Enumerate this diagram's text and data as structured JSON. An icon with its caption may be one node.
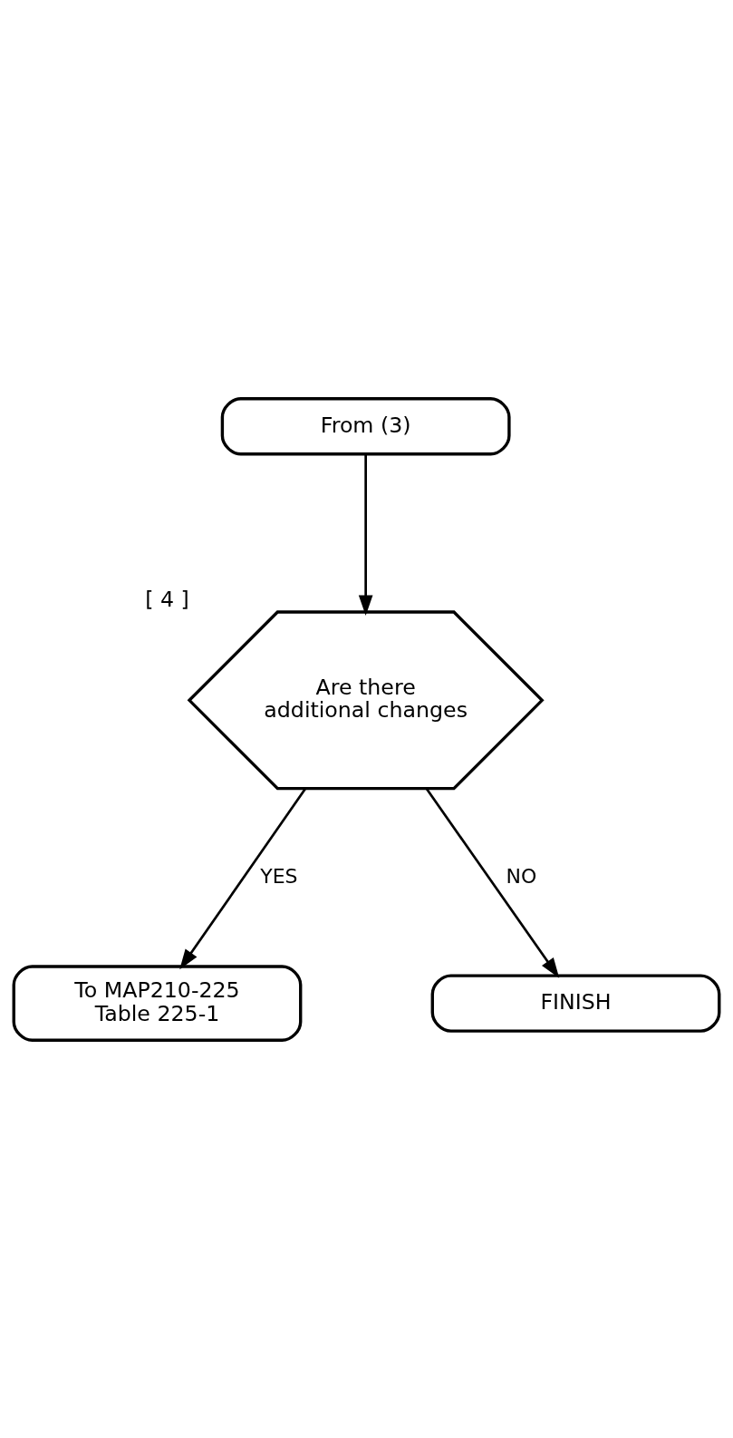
{
  "diagram": {
    "nodes": [
      {
        "text": [
          "From (3)"
        ]
      },
      {
        "text": [
          "Are there additional changes"
        ],
        "beside": [
          "[ 4 ]"
        ]
      },
      {
        "text": [
          "To MAP210-225 Table 225-1"
        ]
      },
      {
        "text": [
          "FINISH"
        ]
      }
    ],
    "edges": [
      {
        "from": 0,
        "to": 1,
        "arrow": "to"
      },
      {
        "from": 1,
        "to": 2,
        "arrow": "to",
        "label": "YES"
      },
      {
        "from": 1,
        "to": 3,
        "arrow": "to",
        "label": "NO"
      }
    ]
  }
}
